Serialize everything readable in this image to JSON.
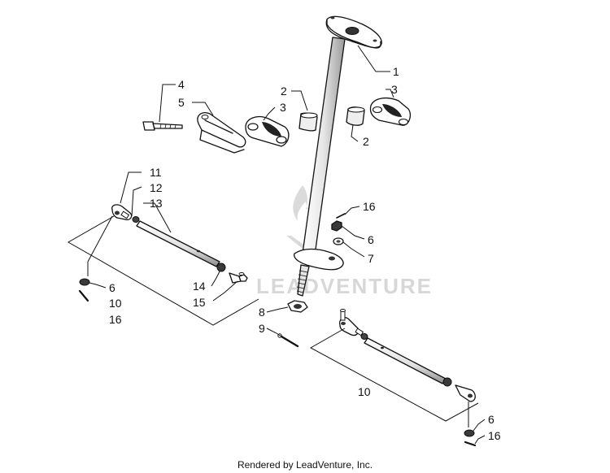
{
  "callouts": {
    "c1": "1",
    "c2a": "2",
    "c3a": "3",
    "c4": "4",
    "c5": "5",
    "c2b": "2",
    "c3b": "3",
    "c11": "11",
    "c12": "12",
    "c13": "13",
    "c16a": "16",
    "c6a": "6",
    "c7": "7",
    "c14": "14",
    "c15": "15",
    "c6b": "6",
    "c10a": "10",
    "c16b": "16",
    "c8": "8",
    "c9": "9",
    "c10b": "10",
    "c6c": "6",
    "c16c": "16"
  },
  "watermark": {
    "text": "LEADVENTURE"
  },
  "footer": {
    "text": "Rendered by LeadVenture, Inc."
  },
  "colors": {
    "line": "#111111",
    "part_fill": "#ffffff",
    "shade": "#bdbdbd",
    "dark": "#222222",
    "watermark": "#d7d7d7"
  }
}
